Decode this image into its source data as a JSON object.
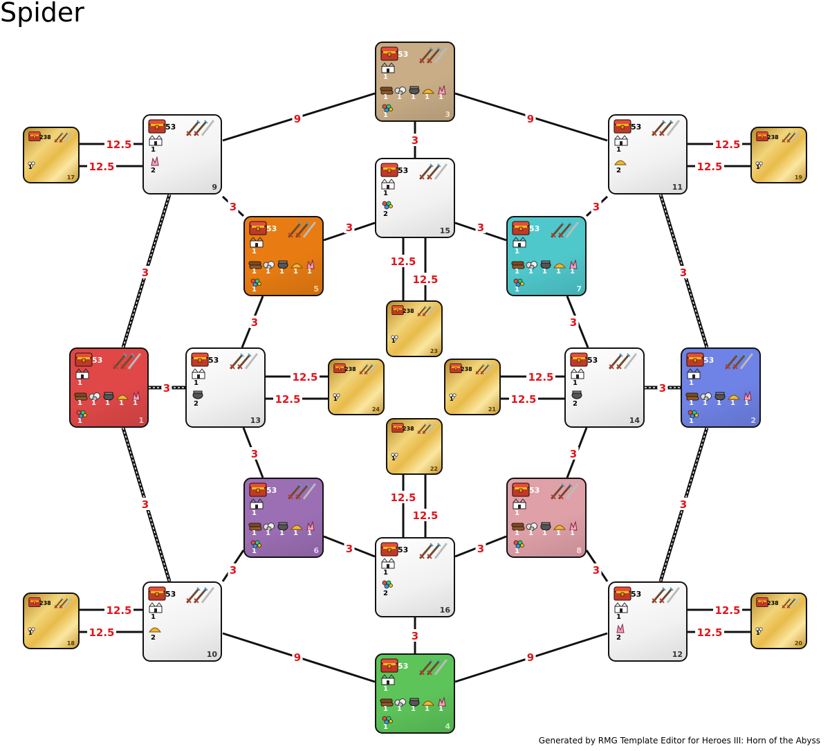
{
  "title": "Spider",
  "footer": "Generated by RMG Template Editor for Heroes III: Horn of the Abyss",
  "zones": [
    {
      "id": "1",
      "treasure": "53",
      "town": "1",
      "resources": [
        "1",
        "1",
        "1",
        "1",
        "1"
      ],
      "gems": "1",
      "color": "#e04848"
    },
    {
      "id": "2",
      "treasure": "53",
      "town": "1",
      "resources": [
        "1",
        "1",
        "1",
        "1",
        "1"
      ],
      "gems": "1",
      "color": "#6f82e6"
    },
    {
      "id": "3",
      "treasure": "53",
      "town": "1",
      "resources": [
        "1",
        "1",
        "1",
        "1",
        "1"
      ],
      "gems": "1",
      "color": "#c8ad86"
    },
    {
      "id": "4",
      "treasure": "53",
      "town": "1",
      "resources": [
        "1",
        "1",
        "1",
        "1",
        "1"
      ],
      "gems": "1",
      "color": "#5dc45a"
    },
    {
      "id": "5",
      "treasure": "53",
      "town": "1",
      "resources": [
        "1",
        "1",
        "1",
        "1",
        "1"
      ],
      "gems": "1",
      "color": "#e87c12"
    },
    {
      "id": "6",
      "treasure": "53",
      "town": "1",
      "resources": [
        "1",
        "1",
        "1",
        "1",
        "1"
      ],
      "gems": "1",
      "color": "#9c6fb4"
    },
    {
      "id": "7",
      "treasure": "53",
      "town": "1",
      "resources": [
        "1",
        "1",
        "1",
        "1",
        "1"
      ],
      "gems": "1",
      "color": "#4fc8cc"
    },
    {
      "id": "8",
      "treasure": "53",
      "town": "1",
      "resources": [
        "1",
        "1",
        "1",
        "1",
        "1"
      ],
      "gems": "1",
      "color": "#e0a0a8"
    },
    {
      "id": "9",
      "treasure": "53",
      "town": "1",
      "extra": "2",
      "extra_icon": "crystal-icon"
    },
    {
      "id": "10",
      "treasure": "53",
      "town": "1",
      "extra": "2",
      "extra_icon": "sulfur-icon"
    },
    {
      "id": "11",
      "treasure": "53",
      "town": "1",
      "extra": "2",
      "extra_icon": "sulfur-icon"
    },
    {
      "id": "12",
      "treasure": "53",
      "town": "1",
      "extra": "2",
      "extra_icon": "crystal-icon"
    },
    {
      "id": "13",
      "treasure": "53",
      "town": "1",
      "extra": "2",
      "extra_icon": "mercury-icon"
    },
    {
      "id": "14",
      "treasure": "53",
      "town": "1",
      "extra": "2",
      "extra_icon": "mercury-icon"
    },
    {
      "id": "15",
      "treasure": "53",
      "town": "1",
      "extra": "2",
      "extra_icon": "gems-icon"
    },
    {
      "id": "16",
      "treasure": "53",
      "town": "1",
      "extra": "2",
      "extra_icon": "gems-icon"
    },
    {
      "id": "17",
      "treasure": "238",
      "extra": "1"
    },
    {
      "id": "18",
      "treasure": "238",
      "extra": "1"
    },
    {
      "id": "19",
      "treasure": "238",
      "extra": "1"
    },
    {
      "id": "20",
      "treasure": "238",
      "extra": "1"
    },
    {
      "id": "21",
      "treasure": "238",
      "extra": "1"
    },
    {
      "id": "22",
      "treasure": "238",
      "extra": "1"
    },
    {
      "id": "23",
      "treasure": "238",
      "extra": "1"
    },
    {
      "id": "24",
      "treasure": "238",
      "extra": "1"
    }
  ],
  "connections": [
    {
      "from": "3",
      "to": "9",
      "label": "9"
    },
    {
      "from": "3",
      "to": "11",
      "label": "9"
    },
    {
      "from": "4",
      "to": "10",
      "label": "9"
    },
    {
      "from": "4",
      "to": "12",
      "label": "9"
    },
    {
      "from": "3",
      "to": "15",
      "label": "3"
    },
    {
      "from": "4",
      "to": "16",
      "label": "3"
    },
    {
      "from": "9",
      "to": "5",
      "label": "3"
    },
    {
      "from": "15",
      "to": "5",
      "label": "3"
    },
    {
      "from": "15",
      "to": "7",
      "label": "3"
    },
    {
      "from": "11",
      "to": "7",
      "label": "3"
    },
    {
      "from": "5",
      "to": "13",
      "label": "3"
    },
    {
      "from": "7",
      "to": "14",
      "label": "3"
    },
    {
      "from": "13",
      "to": "6",
      "label": "3"
    },
    {
      "from": "14",
      "to": "8",
      "label": "3"
    },
    {
      "from": "6",
      "to": "16",
      "label": "3"
    },
    {
      "from": "8",
      "to": "16",
      "label": "3"
    },
    {
      "from": "6",
      "to": "10",
      "label": "3"
    },
    {
      "from": "8",
      "to": "12",
      "label": "3"
    },
    {
      "from": "9",
      "to": "1",
      "label": "3"
    },
    {
      "from": "1",
      "to": "10",
      "label": "3"
    },
    {
      "from": "11",
      "to": "2",
      "label": "3"
    },
    {
      "from": "2",
      "to": "12",
      "label": "3"
    },
    {
      "from": "1",
      "to": "13",
      "label": "3"
    },
    {
      "from": "14",
      "to": "2",
      "label": "3"
    },
    {
      "from": "17",
      "to": "9",
      "label": "12.5"
    },
    {
      "from": "17",
      "to": "9",
      "label": "12.5"
    },
    {
      "from": "19",
      "to": "11",
      "label": "12.5"
    },
    {
      "from": "19",
      "to": "11",
      "label": "12.5"
    },
    {
      "from": "18",
      "to": "10",
      "label": "12.5"
    },
    {
      "from": "18",
      "to": "10",
      "label": "12.5"
    },
    {
      "from": "20",
      "to": "12",
      "label": "12.5"
    },
    {
      "from": "20",
      "to": "12",
      "label": "12.5"
    },
    {
      "from": "15",
      "to": "23",
      "label": "12.5"
    },
    {
      "from": "15",
      "to": "23",
      "label": "12.5"
    },
    {
      "from": "16",
      "to": "22",
      "label": "12.5"
    },
    {
      "from": "16",
      "to": "22",
      "label": "12.5"
    },
    {
      "from": "13",
      "to": "24",
      "label": "12.5"
    },
    {
      "from": "13",
      "to": "24",
      "label": "12.5"
    },
    {
      "from": "21",
      "to": "14",
      "label": "12.5"
    },
    {
      "from": "21",
      "to": "14",
      "label": "12.5"
    }
  ]
}
